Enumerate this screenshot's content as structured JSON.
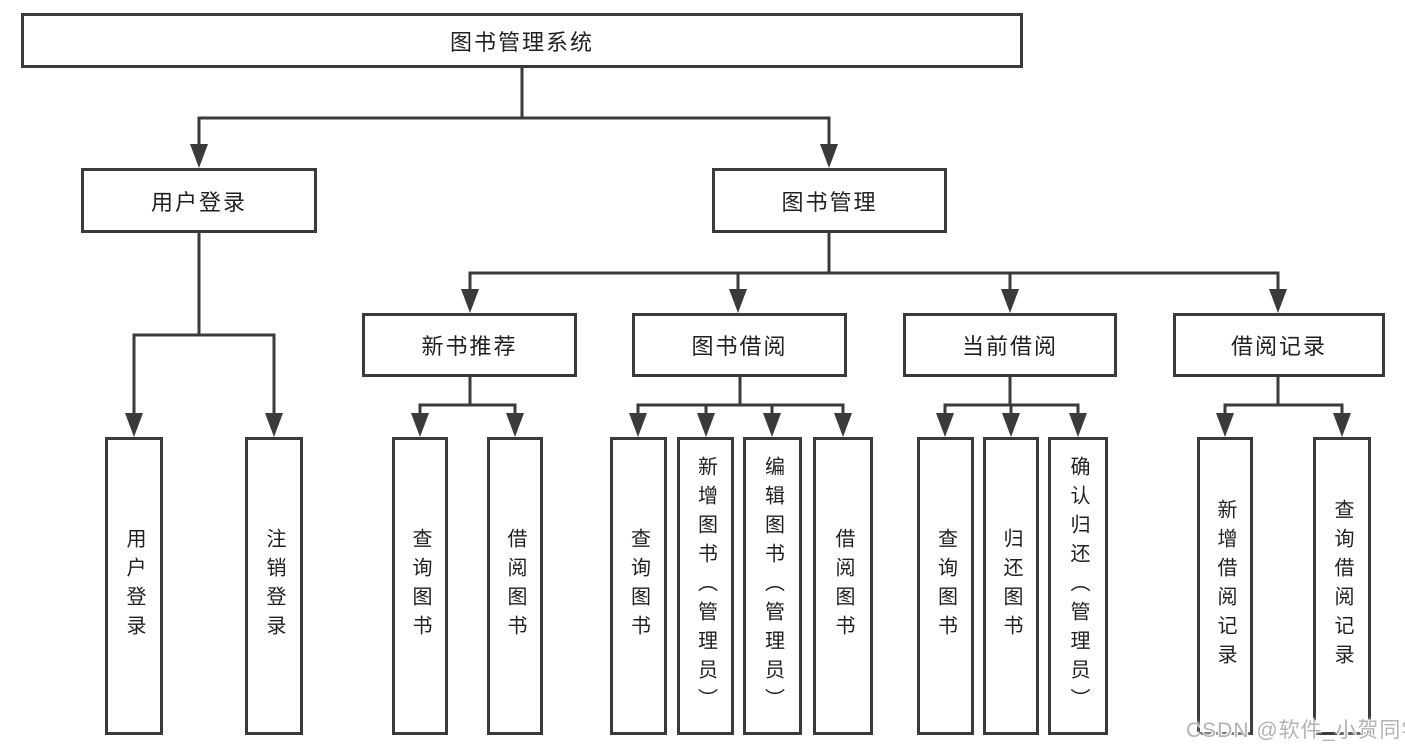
{
  "diagram": {
    "root": {
      "label": "图书管理系统"
    },
    "level2": [
      {
        "label": "用户登录"
      },
      {
        "label": "图书管理"
      }
    ],
    "level3": [
      {
        "label": "新书推荐"
      },
      {
        "label": "图书借阅"
      },
      {
        "label": "当前借阅"
      },
      {
        "label": "借阅记录"
      }
    ],
    "leaves": [
      {
        "label": "用户登录"
      },
      {
        "label": "注销登录"
      },
      {
        "label": "查询图书"
      },
      {
        "label": "借阅图书"
      },
      {
        "label": "查询图书"
      },
      {
        "label": "新增图书（管理员）"
      },
      {
        "label": "编辑图书（管理员）"
      },
      {
        "label": "借阅图书"
      },
      {
        "label": "查询图书"
      },
      {
        "label": "归还图书"
      },
      {
        "label": "确认归还（管理员）"
      },
      {
        "label": "新增借阅记录"
      },
      {
        "label": "查询借阅记录"
      }
    ]
  },
  "watermark": {
    "text": "CSDN @软件_小贺同学"
  },
  "colors": {
    "line": "#3a3a3a",
    "text": "#1f1f1f",
    "watermark": "#b3b3b3",
    "background": "#ffffff"
  }
}
